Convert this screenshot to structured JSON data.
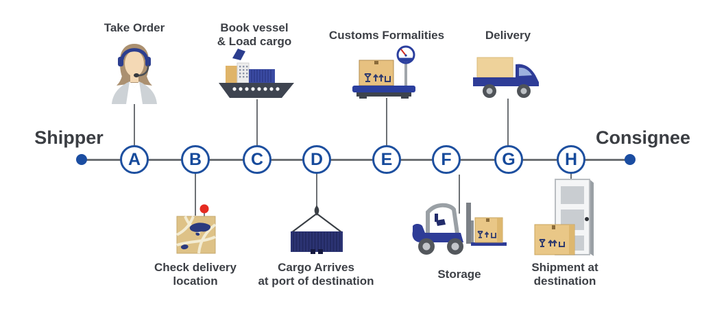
{
  "diagram": {
    "type": "shipping-process-timeline",
    "endpoints": {
      "left": "Shipper",
      "right": "Consignee"
    },
    "steps": [
      {
        "id": "A",
        "label": "Take Order",
        "icon": "call-center-operator-icon",
        "side": "top"
      },
      {
        "id": "B",
        "label": "Check delivery\nlocation",
        "icon": "map-location-pin-icon",
        "side": "bottom"
      },
      {
        "id": "C",
        "label": "Book vessel\n& Load cargo",
        "icon": "cargo-ship-icon",
        "side": "top"
      },
      {
        "id": "D",
        "label": "Cargo Arrives\nat port of destination",
        "icon": "crane-hanging-container-icon",
        "side": "bottom"
      },
      {
        "id": "E",
        "label": "Customs Formalities",
        "icon": "weighing-scale-box-icon",
        "side": "top"
      },
      {
        "id": "F",
        "label": "Storage",
        "icon": "forklift-icon",
        "side": "bottom"
      },
      {
        "id": "G",
        "label": "Delivery",
        "icon": "delivery-truck-icon",
        "side": "top"
      },
      {
        "id": "H",
        "label": "Shipment at\ndestination",
        "icon": "door-with-boxes-icon",
        "side": "bottom"
      }
    ],
    "colors": {
      "node_ring_blue": "#1d4f9f",
      "node_letter_blue": "#164a9b",
      "endpoint_dot_blue": "#1b4da1",
      "line_gray": "#6d7074",
      "label_gray": "#3d4046",
      "box_tan": "#e9c787",
      "container_navy": "#2c3474",
      "vehicle_blue": "#2e3c97",
      "pin_red": "#e52b20"
    }
  }
}
